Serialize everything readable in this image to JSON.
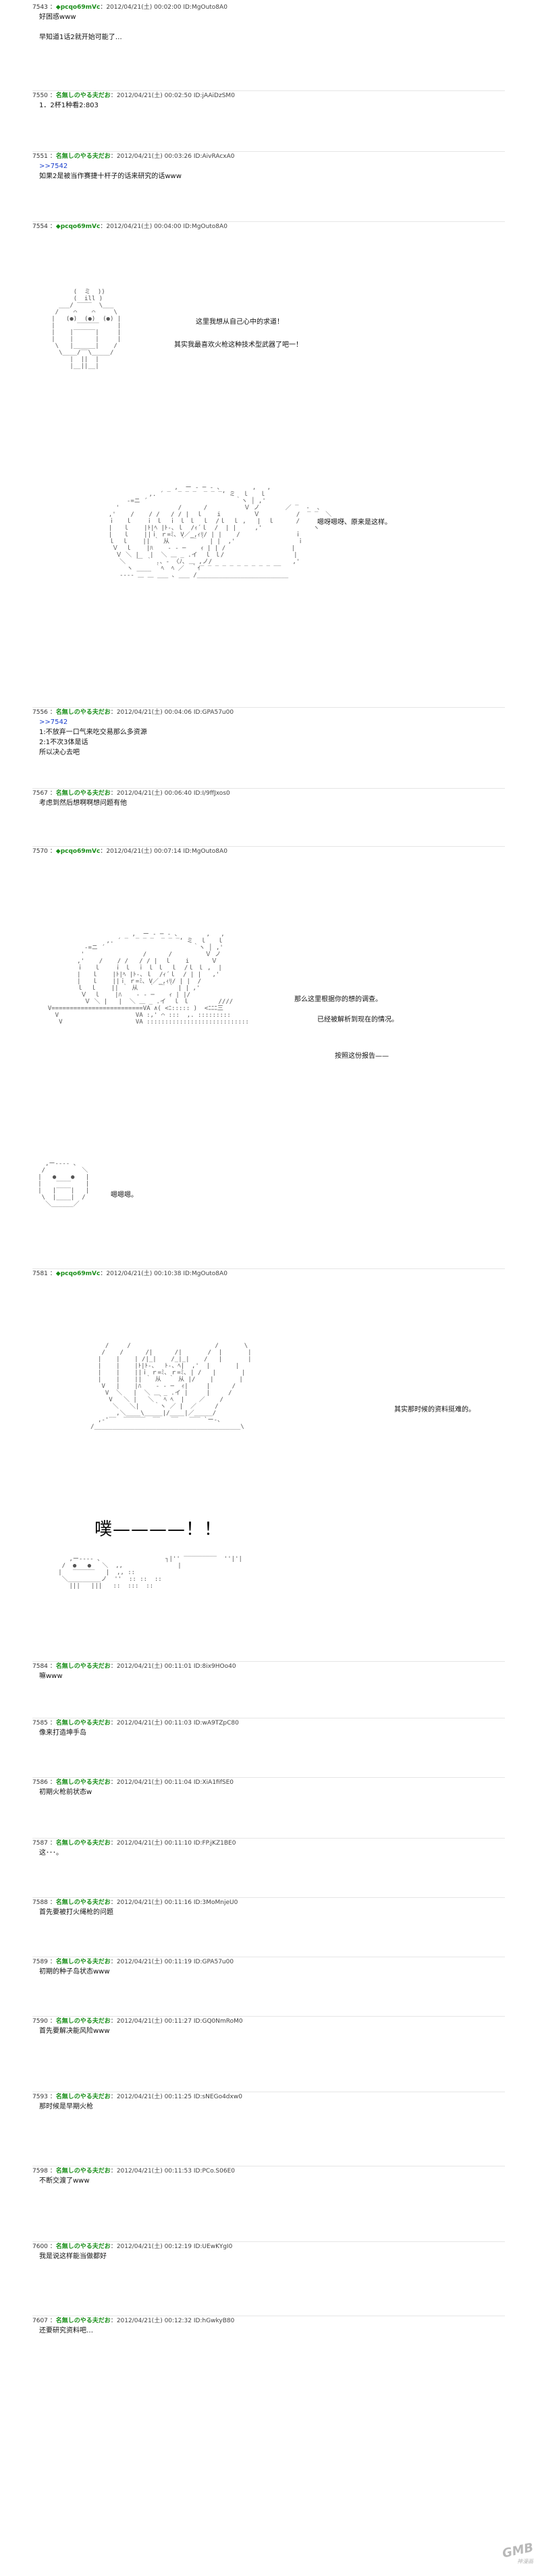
{
  "posts": [
    {
      "num": "7543",
      "name": "◆pcqo69mVc",
      "date": "2012/04/21(土) 00:02:00",
      "id": "ID:MgOuto8A0",
      "lines": [
        "好困惑www",
        "",
        "早知道1话2就开始可能了…"
      ]
    },
    {
      "num": "7550",
      "name": "名無しのやる夫だお",
      "date": "2012/04/21(土) 00:02:50",
      "id": "ID:jAAiDzSM0",
      "lines": [
        "1．2杯1种看2:803"
      ]
    },
    {
      "num": "7551",
      "name": "名無しのやる夫だお",
      "date": "2012/04/21(土) 00:03:26",
      "id": "ID:AivRAcxA0",
      "lines": [
        ">>7542",
        "如果2是被当作赛捷十杆子的话来研究的话www"
      ]
    },
    {
      "num": "7554",
      "name": "◆pcqo69mVc",
      "date": "2012/04/21(土) 00:04:00",
      "id": "ID:MgOuto8A0",
      "lines": []
    },
    {
      "num": "7556",
      "name": "名無しのやる夫だお",
      "date": "2012/04/21(土) 00:04:06",
      "id": "ID:GPA57u00",
      "lines": [
        ">>7542",
        "1:不放弃一口气来吃交易那么多资源",
        "2:1不次3体是话",
        "所以决心去吧"
      ]
    },
    {
      "num": "7567",
      "name": "名無しのやる夫だお",
      "date": "2012/04/21(土) 00:06:40",
      "id": "ID:I/9ffJxos0",
      "lines": [
        "考虑到然后想啊啊想问题有他"
      ]
    },
    {
      "num": "7570",
      "name": "◆pcqo69mVc",
      "date": "2012/04/21(土) 00:07:14",
      "id": "ID:MgOuto8A0",
      "lines": []
    },
    {
      "num": "7581",
      "name": "◆pcqo69mVc",
      "date": "2012/04/21(土) 00:10:38",
      "id": "ID:MgOuto8A0",
      "lines": []
    },
    {
      "num": "7584",
      "name": "名無しのやる夫だお",
      "date": "2012/04/21(土) 00:11:01",
      "id": "ID:8ix9HOo40",
      "lines": [
        "嘛www"
      ]
    },
    {
      "num": "7585",
      "name": "名無しのやる夫だお",
      "date": "2012/04/21(土) 00:11:03",
      "id": "ID:wA9TZpC80",
      "lines": [
        "像来打造坤手岛"
      ]
    },
    {
      "num": "7586",
      "name": "名無しのやる夫だお",
      "date": "2012/04/21(土) 00:11:04",
      "id": "ID:XiA1fifSE0",
      "lines": [
        "初期火枪前状态w"
      ]
    },
    {
      "num": "7587",
      "name": "名無しのやる夫だお",
      "date": "2012/04/21(土) 00:11:10",
      "id": "ID:FP.jKZ1BE0",
      "lines": [
        "这･･･。"
      ]
    },
    {
      "num": "7588",
      "name": "名無しのやる夫だお",
      "date": "2012/04/21(土) 00:11:16",
      "id": "ID:3MoMnjeU0",
      "lines": [
        "首先要被打火绳枪的问题"
      ]
    },
    {
      "num": "7589",
      "name": "名無しのやる夫だお",
      "date": "2012/04/21(土) 00:11:19",
      "id": "ID:GPA57u00",
      "lines": [
        "初期的种子岛状态www"
      ]
    },
    {
      "num": "7590",
      "name": "名無しのやる夫だお",
      "date": "2012/04/21(土) 00:11:27",
      "id": "ID:GQ0NmRoM0",
      "lines": [
        "首先要解决能风险www"
      ]
    },
    {
      "num": "7593",
      "name": "名無しのやる夫だお",
      "date": "2012/04/21(土) 00:11:25",
      "id": "ID:sNEGo4dxw0",
      "lines": [
        "那时候是早期火枪"
      ]
    },
    {
      "num": "7598",
      "name": "名無しのやる夫だお",
      "date": "2012/04/21(土) 00:11:53",
      "id": "ID:PCo.S06E0",
      "lines": [
        "不断交渡了www"
      ]
    },
    {
      "num": "7600",
      "name": "名無しのやる夫だお",
      "date": "2012/04/21(土) 00:12:19",
      "id": "ID:UEwKYgI0",
      "lines": [
        "我是说这样能当做都好"
      ]
    },
    {
      "num": "7607",
      "name": "名無しのやる夫だお",
      "date": "2012/04/21(土) 00:12:32",
      "id": "ID:hGwkyB80",
      "lines": [
        "还要研究资料吧…"
      ]
    }
  ],
  "dialogs": {
    "d1": "这里我想从自己心中的求道！",
    "d2": "其实我最喜欢火枪这种技术型武器了吧一！",
    "d3": "嗯呀嗯呀、原来是这样。",
    "d4": "那么这里根据你的想的调查。",
    "d5": "已经被解析到现在的情况。",
    "d6": "按照这份报告——",
    "d7": "嗯嗯嗯。",
    "d8": "其实那时候的资料挺难的。",
    "big": "噗————！！"
  },
  "watermark": {
    "logo": "GMB",
    "sub": "神漫画"
  }
}
